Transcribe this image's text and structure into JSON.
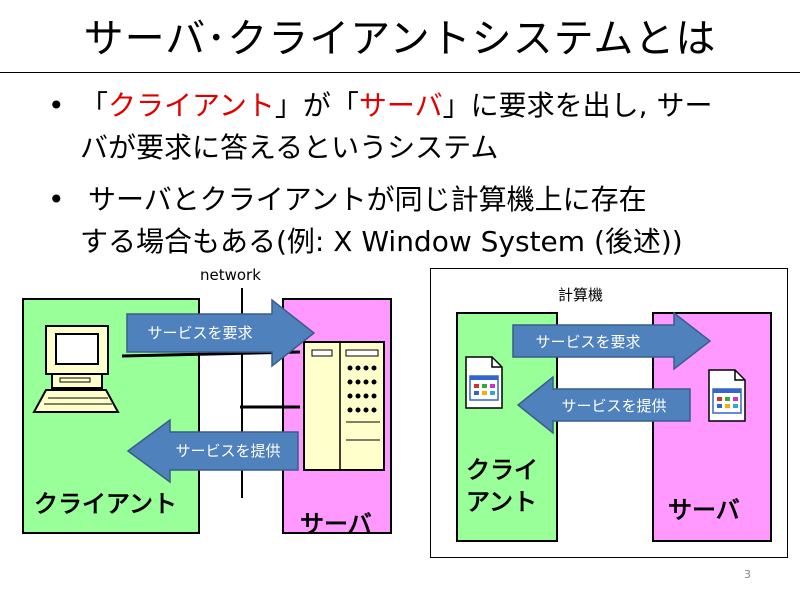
{
  "title": "サーバ･クライアントシステムとは",
  "bullet1": {
    "q1_open": "「",
    "client": "クライアント",
    "q1_close": "」が「",
    "server": "サーバ",
    "q2_close": "」に要求を出し, サー",
    "line2": "バが要求に答えるというシステム"
  },
  "bullet2": {
    "line1": "サーバとクライアントが同じ計算機上に存在",
    "line2": "する場合もある(例: X Window System (後述))"
  },
  "bullet_mark": "•",
  "diagram_left": {
    "network_label": "network",
    "request_label": "サービスを要求",
    "provide_label": "サービスを提供",
    "client_label": "クライアント",
    "server_label": "サーバ"
  },
  "diagram_right": {
    "computer_label": "計算機",
    "request_label": "サービスを要求",
    "provide_label": "サービスを提供",
    "client_label_l1": "クライ",
    "client_label_l2": "アント",
    "server_label": "サーバ"
  },
  "page_number": "3",
  "colors": {
    "client_box": "#99ff99",
    "server_box": "#ff99ff",
    "arrow_fill": "#4f81bd",
    "highlight": "#e00000"
  }
}
